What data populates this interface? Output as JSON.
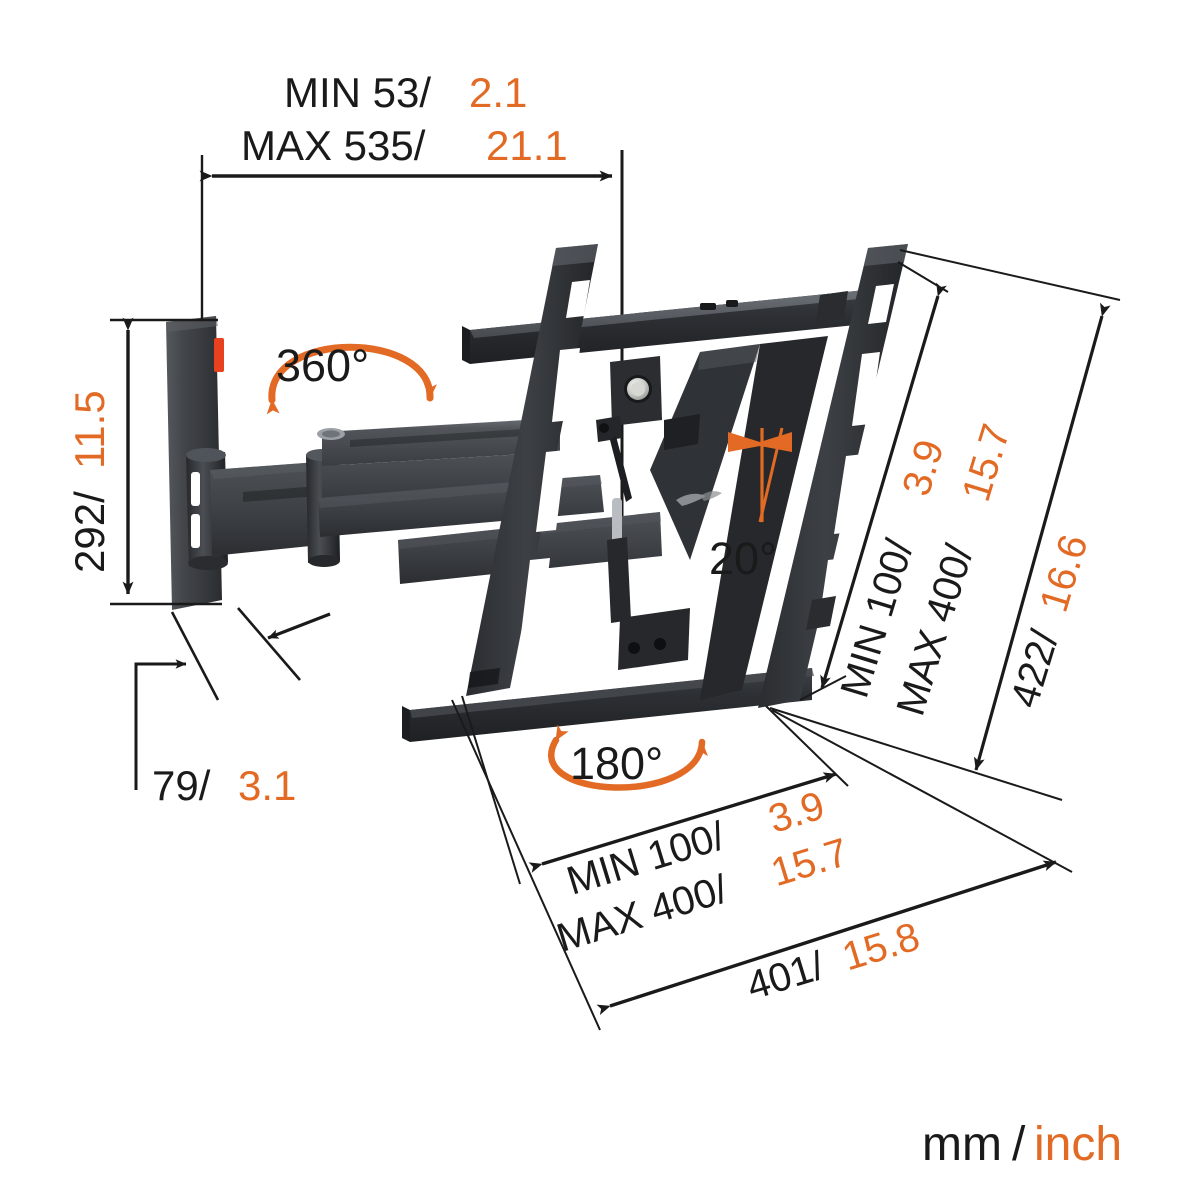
{
  "diagram": {
    "title": "TV wall mount technical dimension drawing",
    "unit_legend": "mm/inch",
    "unit_legend_mm": "mm",
    "unit_legend_sep": "/",
    "unit_legend_inch": "inch",
    "colors": {
      "orange": "#E26A24",
      "orange_light": "#EC7B2B",
      "black": "#1A1A1A",
      "product_dark": "#2E3033",
      "product_mid": "#44474B",
      "product_light": "#5A5E63",
      "product_hilite": "#7C8187",
      "red_tab": "#E8411F",
      "background": "#FFFFFF"
    }
  },
  "dimensions": {
    "depth_top": {
      "name": "wall-to-screen-depth",
      "line1_label": "MIN 53/",
      "line1_value": "2.1",
      "line2_label": "MAX 535/",
      "line2_value": "21.1"
    },
    "height_left": {
      "name": "wall-plate-height",
      "label": "292/",
      "value": "11.5"
    },
    "depth_min": {
      "name": "minimum-profile-depth",
      "label": "79/",
      "value": "3.1"
    },
    "vesa_vertical": {
      "name": "vesa-vertical-pattern",
      "line1_label": "MIN 100/",
      "line1_value": "3.9",
      "line2_label": "MAX 400/",
      "line2_value": "15.7"
    },
    "bracket_height": {
      "name": "bracket-overall-height",
      "label": "422/",
      "value": "16.6"
    },
    "vesa_horizontal": {
      "name": "vesa-horizontal-pattern",
      "line1_label": "MIN 100/",
      "line1_value": "3.9",
      "line2_label": "MAX 400/",
      "line2_value": "15.7"
    },
    "bracket_width": {
      "name": "bracket-overall-width",
      "label": "401/",
      "value": "15.8"
    }
  },
  "motion_symbols": {
    "swivel": {
      "name": "swivel-rotation-symbol",
      "label": "360°",
      "icon": "rotation-arc-double-arrow-icon"
    },
    "tilt": {
      "name": "tilt-symbol",
      "label": "20°",
      "icon": "tilt-wedge-icon"
    },
    "turn": {
      "name": "turn-rotation-symbol",
      "label": "180°",
      "icon": "rotation-ellipse-double-arrow-icon"
    }
  }
}
